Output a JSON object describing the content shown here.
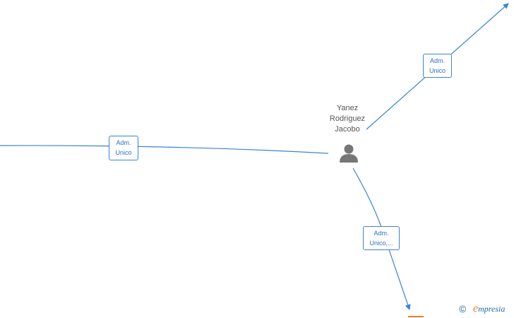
{
  "person": {
    "name_line1": "Yanez",
    "name_line2": "Rodriguez",
    "name_line3": "Jacobo",
    "icon": "person-icon"
  },
  "edges": [
    {
      "label_line1": "Adm.",
      "label_line2": "Unico"
    },
    {
      "label_line1": "Adm.",
      "label_line2": "Unico"
    },
    {
      "label_line1": "Adm.",
      "label_line2": "Unico,..."
    }
  ],
  "watermark": {
    "copyright": "©",
    "brand_initial": "e",
    "brand_rest": "mpresia"
  },
  "colors": {
    "edge": "#3c82d6",
    "label_text": "#2f6fc4",
    "node_icon": "#777777",
    "accent": "#f07e1e"
  }
}
